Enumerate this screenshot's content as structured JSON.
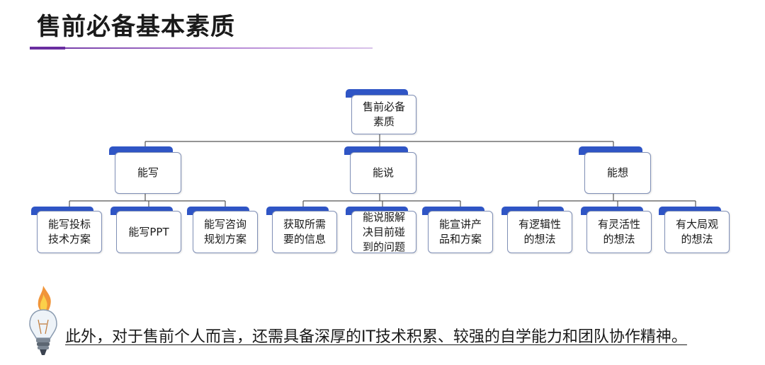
{
  "title": "售前必备基本素质",
  "colors": {
    "accent": "#2f55c5",
    "rule": "#6a2ea0",
    "line": "#555555"
  },
  "tree": {
    "root": "售前必备\n素质",
    "branches": [
      {
        "label": "能写",
        "children": [
          "能写投标\n技术方案",
          "能写PPT",
          "能写咨询\n规划方案"
        ]
      },
      {
        "label": "能说",
        "children": [
          "获取所需\n要的信息",
          "能说服解\n决目前碰\n到的问题",
          "能宣讲产\n品和方案"
        ]
      },
      {
        "label": "能想",
        "children": [
          "有逻辑性\n的想法",
          "有灵活性\n的想法",
          "有大局观\n的想法"
        ]
      }
    ]
  },
  "note": "此外，对于售前个人而言，还需具备深厚的IT技术积累、较强的自学能力和团队协作精神。",
  "icons": {
    "note": "lightbulb-flame-icon"
  }
}
